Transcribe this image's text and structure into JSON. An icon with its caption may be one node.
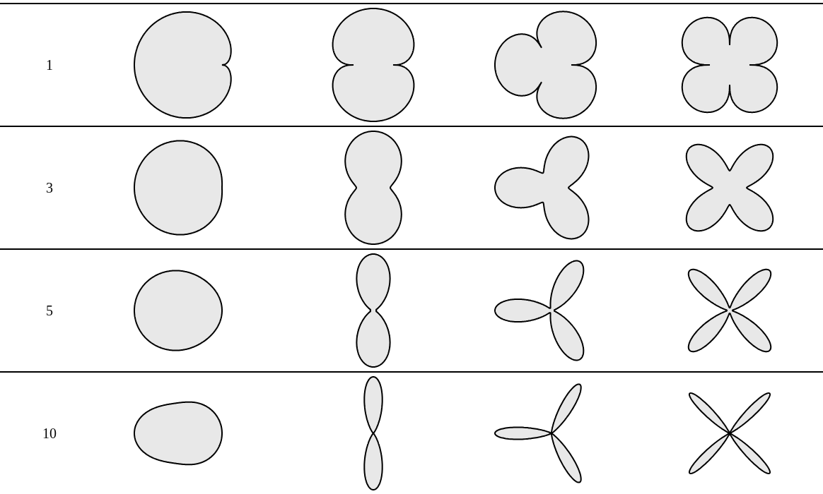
{
  "diagram": {
    "labels": [
      "1",
      "3",
      "5",
      "10"
    ]
  }
}
